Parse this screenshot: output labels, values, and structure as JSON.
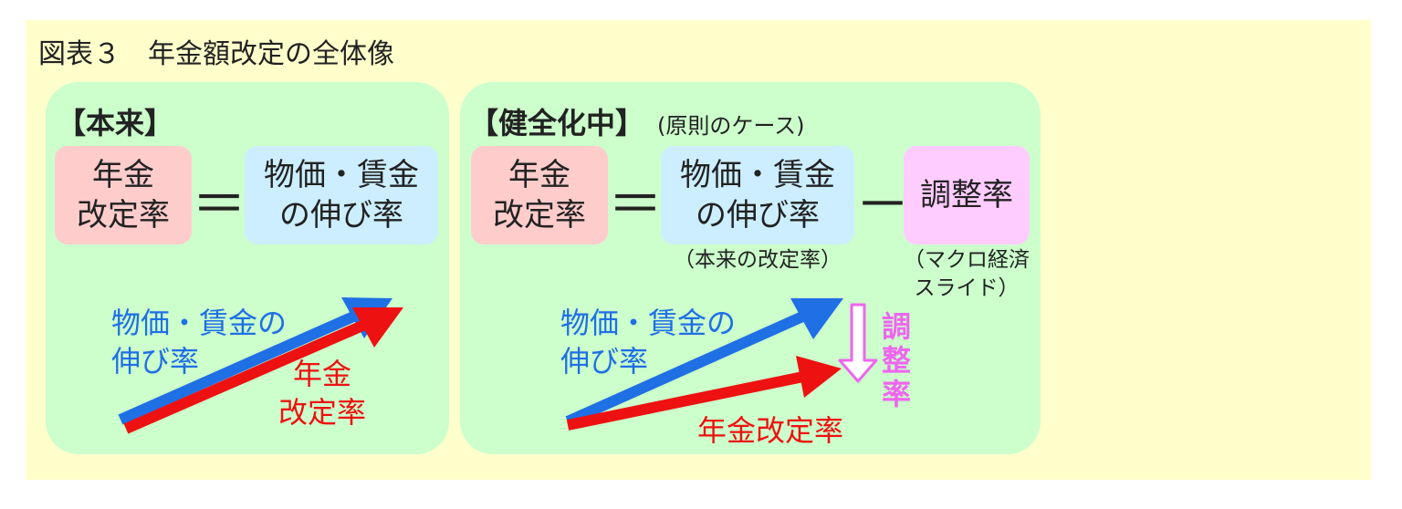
{
  "title": "図表３　年金額改定の全体像",
  "left": {
    "heading": "【本来】",
    "box_pension": [
      "年金",
      "改定率"
    ],
    "equals": "＝",
    "box_wage": [
      "物価・賃金",
      "の伸び率"
    ],
    "label_wage": [
      "物価・賃金の",
      "伸び率"
    ],
    "label_pension": [
      "年金",
      "改定率"
    ]
  },
  "right": {
    "heading": "【健全化中】",
    "subheading": "(原則のケース)",
    "box_pension": [
      "年金",
      "改定率"
    ],
    "equals": "＝",
    "box_wage": [
      "物価・賃金",
      "の伸び率"
    ],
    "note_wage": "（本来の改定率）",
    "minus": "－",
    "box_adjust": "調整率",
    "note_adjust": [
      "（マクロ経済",
      "スライド）"
    ],
    "label_wage": [
      "物価・賃金の",
      "伸び率"
    ],
    "label_adjust": [
      "調",
      "整",
      "率"
    ],
    "label_pension": "年金改定率"
  },
  "colors": {
    "background": "#ffffcc",
    "panel": "#ccffcc",
    "pension_box": "#ffcccc",
    "wage_box": "#cceeff",
    "adjust_box": "#ffccff",
    "wage_arrow": "#1f6fe5",
    "pension_arrow": "#ee1111",
    "adjust_arrow": "#ee66ee"
  }
}
